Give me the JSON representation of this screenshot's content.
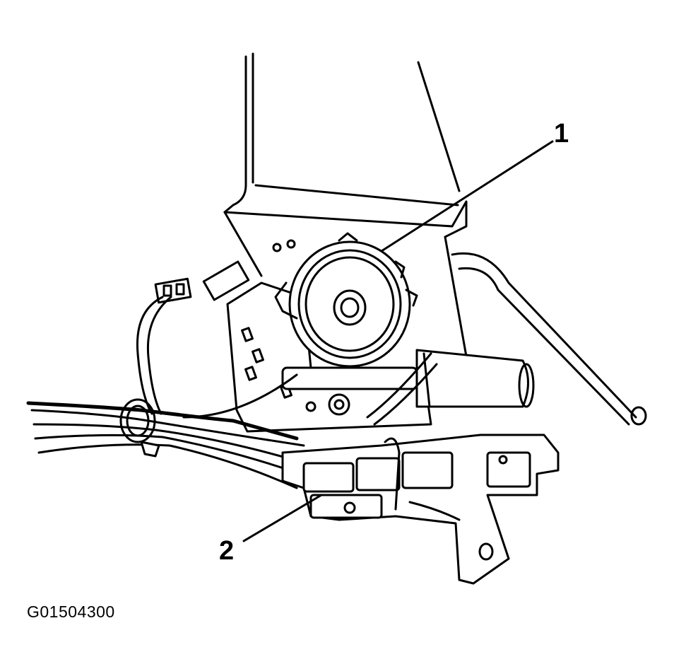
{
  "callouts": [
    {
      "label": "1"
    },
    {
      "label": "2"
    }
  ],
  "figure_id": "G01504300",
  "colors": {
    "line": "#000000",
    "background": "#ffffff"
  }
}
